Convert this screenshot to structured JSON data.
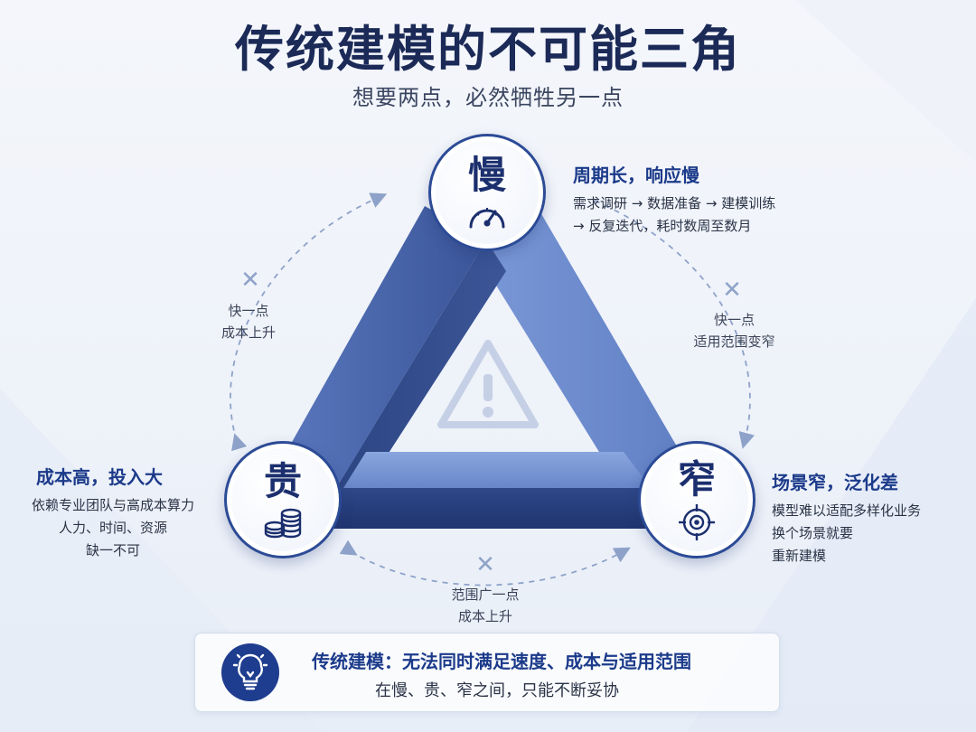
{
  "header": {
    "title": "传统建模的不可能三角",
    "subtitle": "想要两点，必然牺牲另一点"
  },
  "nodes": {
    "top": {
      "char": "慢",
      "icon": "speedometer-icon",
      "heading": "周期长，响应慢",
      "lines": [
        "需求调研 → 数据准备 → 建模训练",
        "→ 反复迭代，耗时数周至数月"
      ]
    },
    "left": {
      "char": "贵",
      "icon": "coins-icon",
      "heading": "成本高，投入大",
      "lines": [
        "依赖专业团队与高成本算力",
        "人力、时间、资源",
        "缺一不可"
      ]
    },
    "right": {
      "char": "窄",
      "icon": "target-icon",
      "heading": "场景窄，泛化差",
      "lines": [
        "模型难以适配多样化业务",
        "换个场景就要",
        "重新建模"
      ]
    }
  },
  "tradeoffs": {
    "left": {
      "mark": "✕",
      "line1": "快一点",
      "line2": "成本上升"
    },
    "right": {
      "mark": "✕",
      "line1": "快一点",
      "line2": "适用范围变窄"
    },
    "bottom": {
      "mark": "✕",
      "line1": "范围广一点",
      "line2": "成本上升"
    }
  },
  "center_icon": "warning-icon",
  "conclusion": {
    "icon": "lightbulb-icon",
    "main": "传统建模：无法同时满足速度、成本与适用范围",
    "sub": "在慢、贵、窄之间，只能不断妥协"
  },
  "colors": {
    "navy": "#1b2a57",
    "accent": "#1b3a8a",
    "triangle_light": "#6f8fd0",
    "triangle_dark": "#2c4583"
  }
}
